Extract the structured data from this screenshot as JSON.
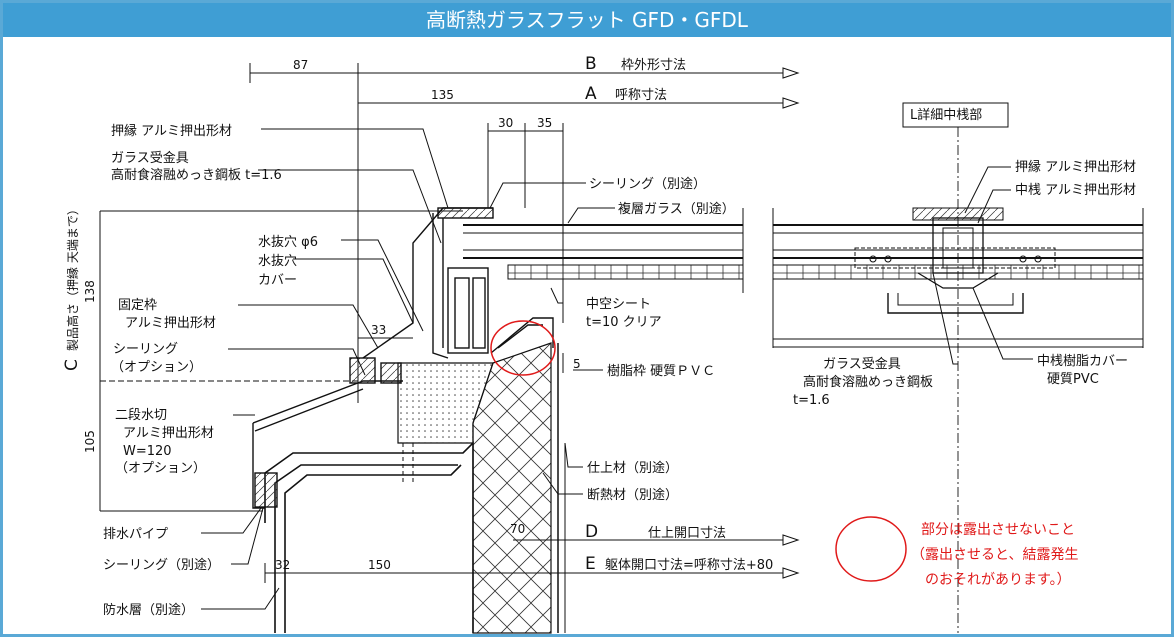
{
  "title": "高断熱ガラスフラット GFD・GFDL",
  "dims": {
    "d87": "87",
    "d135": "135",
    "d30": "30",
    "d35": "35",
    "d33": "33",
    "d5": "5",
    "d70": "70",
    "d32": "32",
    "d150": "150",
    "d138": "138",
    "d105": "105"
  },
  "refs": {
    "B": "B",
    "B_label": "枠外形寸法",
    "A": "A",
    "A_label": "呼称寸法",
    "C": "C",
    "C_label": "製品高さ（押縁 天端まで）",
    "D": "D",
    "D_label": "仕上開口寸法",
    "E": "E",
    "E_label": "躯体開口寸法=呼称寸法+80"
  },
  "left_labels": {
    "oshibuchi": "押縁 アルミ押出形材",
    "glass_holder_1": "ガラス受金具",
    "glass_holder_2": "高耐食溶融めっき鋼板 t=1.6",
    "drain_hole": "水抜穴 φ6",
    "drain_cover_1": "水抜穴",
    "drain_cover_2": "カバー",
    "fixed_frame_1": "固定枠",
    "fixed_frame_2": "アルミ押出形材",
    "sealing_opt_1": "シーリング",
    "sealing_opt_2": "（オプション）",
    "flashing_1": "二段水切",
    "flashing_2": "アルミ押出形材",
    "flashing_3": "W=120",
    "flashing_4": "（オプション）",
    "drain_pipe": "排水パイプ",
    "sealing_sep": "シーリング（別途）",
    "waterproof": "防水層（別途）"
  },
  "right_labels": {
    "sealing_sep": "シーリング（別途）",
    "double_glass": "複層ガラス（別途）",
    "hollow_sheet_1": "中空シート",
    "hollow_sheet_2": "t=10 クリア",
    "resin_frame": "樹脂枠 硬質ＰＶＣ",
    "finish": "仕上材（別途）",
    "insulation": "断熱材（別途）"
  },
  "detail": {
    "title": "L詳細中桟部",
    "oshibuchi": "押縁 アルミ押出形材",
    "mullion": "中桟 アルミ押出形材",
    "holder_1": "ガラス受金具",
    "holder_2": "高耐食溶融めっき鋼板",
    "holder_3": "t=1.6",
    "cover_1": "中桟樹脂カバー",
    "cover_2": "硬質PVC"
  },
  "note": {
    "line1": "部分は露出させないこと",
    "line2": "（露出させると、結露発生",
    "line3": "のおそれがあります。）"
  },
  "colors": {
    "title_bg": "#3f9ed4",
    "border": "#5aa9d6",
    "warning": "#e01a1a"
  }
}
